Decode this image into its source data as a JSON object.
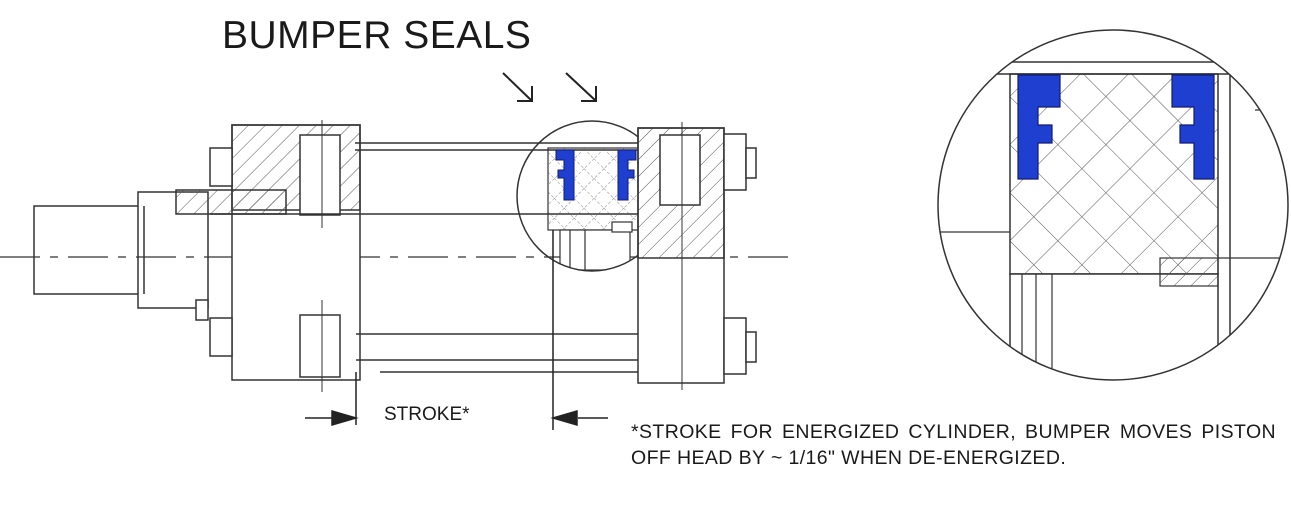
{
  "diagram": {
    "title": "BUMPER SEALS",
    "stroke_label": "STROKE*",
    "footnote": "*STROKE FOR ENERGIZED CYLINDER, BUMPER MOVES PISTON OFF HEAD BY ~ 1/16\" WHEN DE-ENERGIZED."
  },
  "colors": {
    "seal": "#1f3fd1",
    "line": "#333333",
    "hatch": "#555555"
  }
}
